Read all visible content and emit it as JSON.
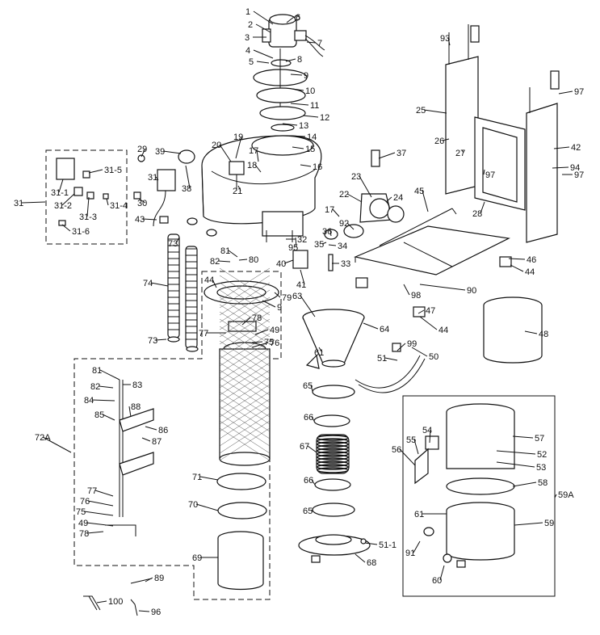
{
  "callouts": [
    {
      "t": "1"
    },
    {
      "t": "2"
    },
    {
      "t": "3"
    },
    {
      "t": "4"
    },
    {
      "t": "5"
    },
    {
      "t": "6"
    },
    {
      "t": "7"
    },
    {
      "t": "8"
    },
    {
      "t": "9"
    },
    {
      "t": "10"
    },
    {
      "t": "11"
    },
    {
      "t": "12"
    },
    {
      "t": "13"
    },
    {
      "t": "14"
    },
    {
      "t": "15"
    },
    {
      "t": "16"
    },
    {
      "t": "17"
    },
    {
      "t": "18"
    },
    {
      "t": "19"
    },
    {
      "t": "20"
    },
    {
      "t": "21"
    },
    {
      "t": "22"
    },
    {
      "t": "23"
    },
    {
      "t": "24"
    },
    {
      "t": "25"
    },
    {
      "t": "26"
    },
    {
      "t": "27"
    },
    {
      "t": "28"
    },
    {
      "t": "29"
    },
    {
      "t": "30"
    },
    {
      "t": "31"
    },
    {
      "t": "31-1"
    },
    {
      "t": "31-2"
    },
    {
      "t": "31-3"
    },
    {
      "t": "31-4"
    },
    {
      "t": "31-5"
    },
    {
      "t": "31-6"
    },
    {
      "t": "31"
    },
    {
      "t": "32"
    },
    {
      "t": "33"
    },
    {
      "t": "34"
    },
    {
      "t": "35"
    },
    {
      "t": "36"
    },
    {
      "t": "37"
    },
    {
      "t": "38"
    },
    {
      "t": "39"
    },
    {
      "t": "40"
    },
    {
      "t": "41"
    },
    {
      "t": "42"
    },
    {
      "t": "43"
    },
    {
      "t": "44"
    },
    {
      "t": "44"
    },
    {
      "t": "44"
    },
    {
      "t": "45"
    },
    {
      "t": "46"
    },
    {
      "t": "47"
    },
    {
      "t": "48"
    },
    {
      "t": "49"
    },
    {
      "t": "49"
    },
    {
      "t": "50"
    },
    {
      "t": "51"
    },
    {
      "t": "51-1"
    },
    {
      "t": "52"
    },
    {
      "t": "53"
    },
    {
      "t": "54"
    },
    {
      "t": "55"
    },
    {
      "t": "56"
    },
    {
      "t": "57"
    },
    {
      "t": "58"
    },
    {
      "t": "59"
    },
    {
      "t": "59A"
    },
    {
      "t": "60"
    },
    {
      "t": "61"
    },
    {
      "t": "61"
    },
    {
      "t": "63"
    },
    {
      "t": "64"
    },
    {
      "t": "65"
    },
    {
      "t": "65"
    },
    {
      "t": "66"
    },
    {
      "t": "66"
    },
    {
      "t": "67"
    },
    {
      "t": "68"
    },
    {
      "t": "69"
    },
    {
      "t": "70"
    },
    {
      "t": "71"
    },
    {
      "t": "72A"
    },
    {
      "t": "73"
    },
    {
      "t": "73"
    },
    {
      "t": "74"
    },
    {
      "t": "75"
    },
    {
      "t": "75"
    },
    {
      "t": "76"
    },
    {
      "t": "76"
    },
    {
      "t": "77"
    },
    {
      "t": "77"
    },
    {
      "t": "78"
    },
    {
      "t": "78"
    },
    {
      "t": "79"
    },
    {
      "t": "80"
    },
    {
      "t": "81"
    },
    {
      "t": "81"
    },
    {
      "t": "82"
    },
    {
      "t": "82"
    },
    {
      "t": "83"
    },
    {
      "t": "84"
    },
    {
      "t": "85"
    },
    {
      "t": "86"
    },
    {
      "t": "87"
    },
    {
      "t": "88"
    },
    {
      "t": "89"
    },
    {
      "t": "90"
    },
    {
      "t": "91"
    },
    {
      "t": "92"
    },
    {
      "t": "93"
    },
    {
      "t": "94"
    },
    {
      "t": "95"
    },
    {
      "t": "96"
    },
    {
      "t": "97"
    },
    {
      "t": "97"
    },
    {
      "t": "97"
    },
    {
      "t": "98"
    },
    {
      "t": "99"
    },
    {
      "t": "100"
    },
    {
      "t": "9"
    },
    {
      "t": "17"
    }
  ]
}
